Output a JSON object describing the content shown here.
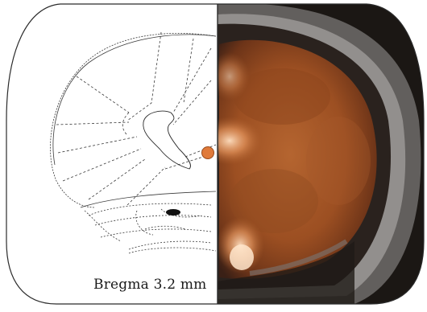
{
  "figure": {
    "caption": "Bregma 3.2 mm",
    "colors": {
      "outline": "#2b2b2b",
      "marker": "#e07a3a",
      "mri_dark": "#1a1613",
      "mri_gray": "#8d8d8d",
      "overlay_orange": "#a85a2a",
      "overlay_bright": "#f2b07a"
    },
    "regions": [
      "brain-outline",
      "atlas-atlas-left-hemisphere",
      "mri-right-hemisphere",
      "bregma-caption"
    ]
  }
}
